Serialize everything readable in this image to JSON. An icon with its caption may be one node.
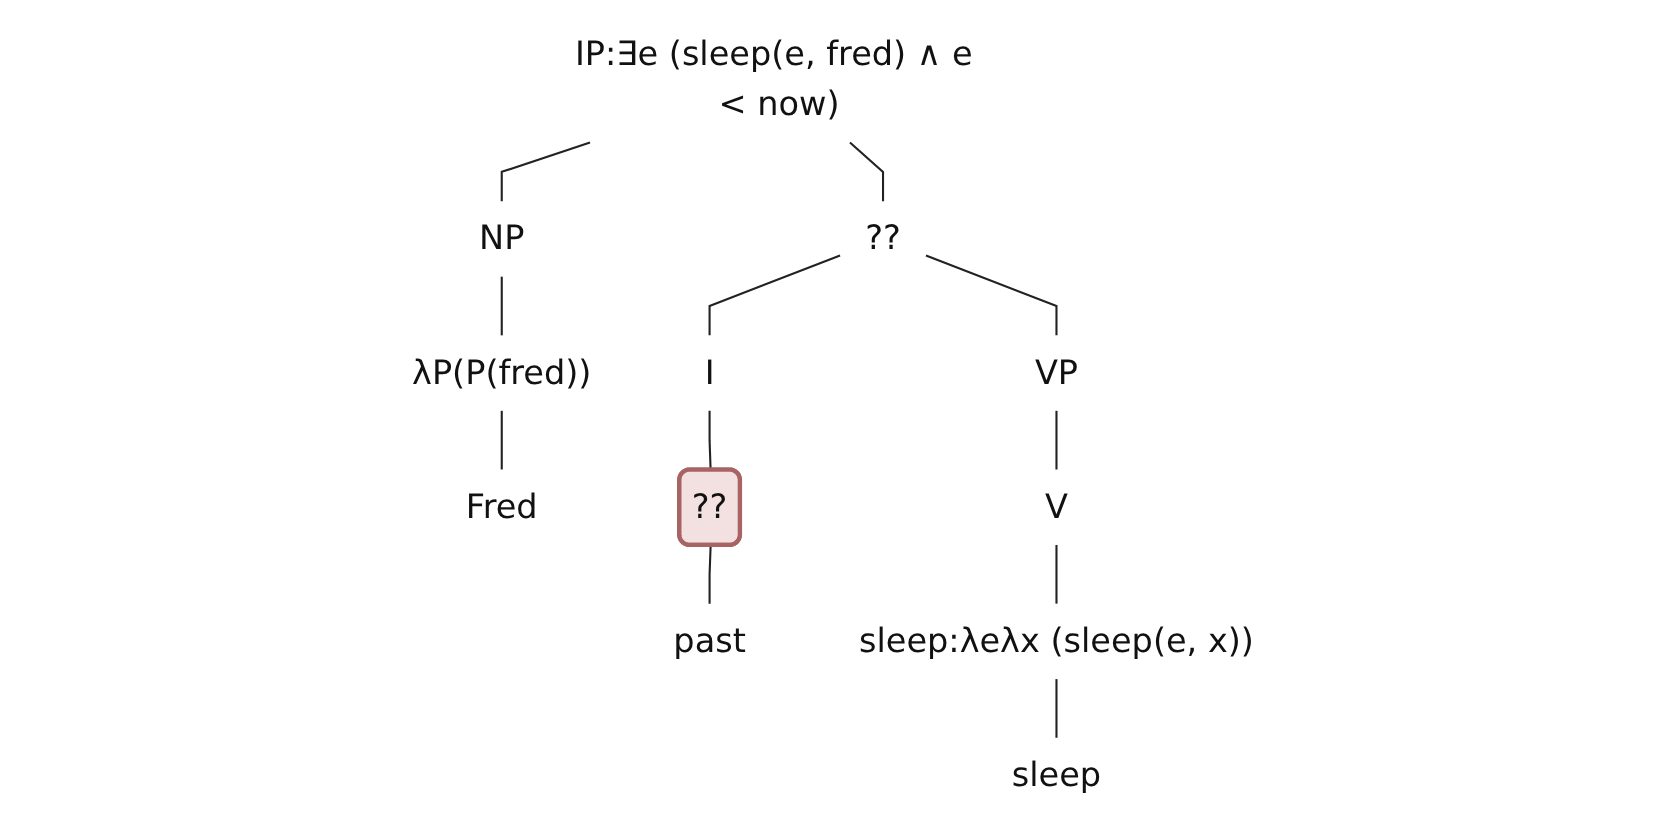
{
  "diagram": {
    "nodes": [
      {
        "text": [
          "IP:∃e (sleep(e, fred) ∧ e < now)"
        ]
      },
      {
        "text": [
          "NP"
        ]
      },
      {
        "text": [
          "??"
        ]
      },
      {
        "text": [
          "λP(P(fred))"
        ]
      },
      {
        "text": [
          "Fred"
        ]
      },
      {
        "text": [
          "I"
        ]
      },
      {
        "text": [
          "VP"
        ]
      },
      {
        "text": [
          "??"
        ]
      },
      {
        "text": [
          "past"
        ]
      },
      {
        "text": [
          "V"
        ]
      },
      {
        "text": [
          "sleep:λeλx (sleep(e, x))"
        ]
      },
      {
        "text": [
          "sleep"
        ]
      }
    ],
    "edges": [
      {
        "from": 0,
        "to": 1,
        "arrow": "none"
      },
      {
        "from": 0,
        "to": 2,
        "arrow": "none"
      },
      {
        "from": 1,
        "to": 3,
        "arrow": "none"
      },
      {
        "from": 3,
        "to": 4,
        "arrow": "none"
      },
      {
        "from": 2,
        "to": 5,
        "arrow": "none"
      },
      {
        "from": 2,
        "to": 6,
        "arrow": "none"
      },
      {
        "from": 5,
        "to": 7,
        "arrow": "none"
      },
      {
        "from": 7,
        "to": 8,
        "arrow": "none"
      },
      {
        "from": 6,
        "to": 9,
        "arrow": "none"
      },
      {
        "from": 9,
        "to": 10,
        "arrow": "none"
      },
      {
        "from": 10,
        "to": 11,
        "arrow": "none"
      }
    ]
  }
}
